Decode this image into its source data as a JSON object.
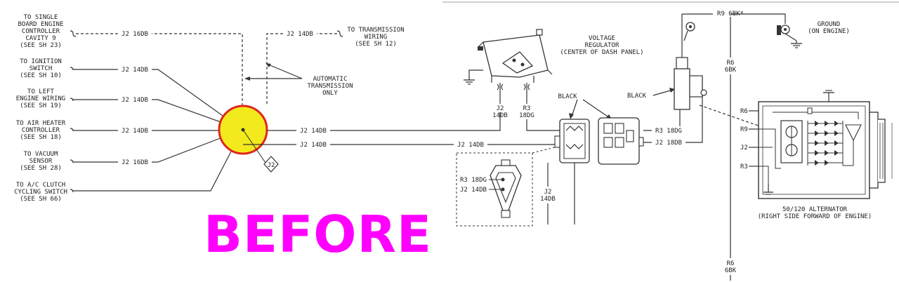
{
  "left_labels": [
    {
      "lines": [
        "TO SINGLE",
        "BOARD ENGINE",
        "CONTROLLER",
        "CAVITY 9",
        "(SEE SH 23)"
      ],
      "wire": "J2 16DB"
    },
    {
      "lines": [
        "TO IGNITION",
        "SWITCH",
        "(SEE SH 10)"
      ],
      "wire": "J2 14DB"
    },
    {
      "lines": [
        "TO LEFT",
        "ENGINE WIRING",
        "(SEE SH 19)"
      ],
      "wire": "J2 14DB"
    },
    {
      "lines": [
        "TO AIR HEATER",
        "CONTROLLER",
        "(SEE SH 18)"
      ],
      "wire": "J2 14DB"
    },
    {
      "lines": [
        "TO VACUUM",
        "SENSOR",
        "(SEE SH 28)"
      ],
      "wire": "J2 16DB"
    },
    {
      "lines": [
        "TO A/C CLUTCH",
        "CYCLING SWITCH",
        "(SEE SH 66)"
      ],
      "wire": ""
    }
  ],
  "transmission": {
    "wire": "J2 14DB",
    "lines": [
      "TO TRANSMISSION",
      "WIRING",
      "(SEE SH 12)"
    ]
  },
  "auto_trans": [
    "AUTOMATIC",
    "TRANSMISSION",
    "ONLY"
  ],
  "splice_tag": "J2",
  "center_wires": {
    "upper": "J2 14DB",
    "lower": "J2 14DB",
    "lower_right": "J2 14DB"
  },
  "regulator": {
    "title": [
      "VOLTAGE",
      "REGULATOR",
      "(CENTER OF DASH PANEL)"
    ],
    "left_wire": [
      "J2",
      "14DB"
    ],
    "right_wire": [
      "R3",
      "18DG"
    ]
  },
  "black_labels": [
    "BLACK",
    "BLACK"
  ],
  "inset": {
    "r3": "R3 18DG",
    "j2": "J2 14DB"
  },
  "vertical_j2": [
    "J2",
    "14DB"
  ],
  "right_wires": {
    "r3": "R3 18DG",
    "j2": "J2 18DB",
    "r9_top": "R9 6BK*",
    "r6_mid": [
      "R6",
      "6BK"
    ],
    "r6_bottom": [
      "R6",
      "6BK"
    ]
  },
  "ground": [
    "GROUND",
    "(ON ENGINE)"
  ],
  "alternator": {
    "terminals": [
      "R6",
      "R9",
      "J2",
      "R3"
    ],
    "title": [
      "50/120 ALTERNATOR",
      "(RIGHT SIDE FORWARD OF ENGINE)"
    ]
  },
  "banner": "BEFORE",
  "colors": {
    "splice_fill": "#f2ea1c",
    "splice_ring": "#e0261f",
    "banner": "#ff00ff"
  }
}
